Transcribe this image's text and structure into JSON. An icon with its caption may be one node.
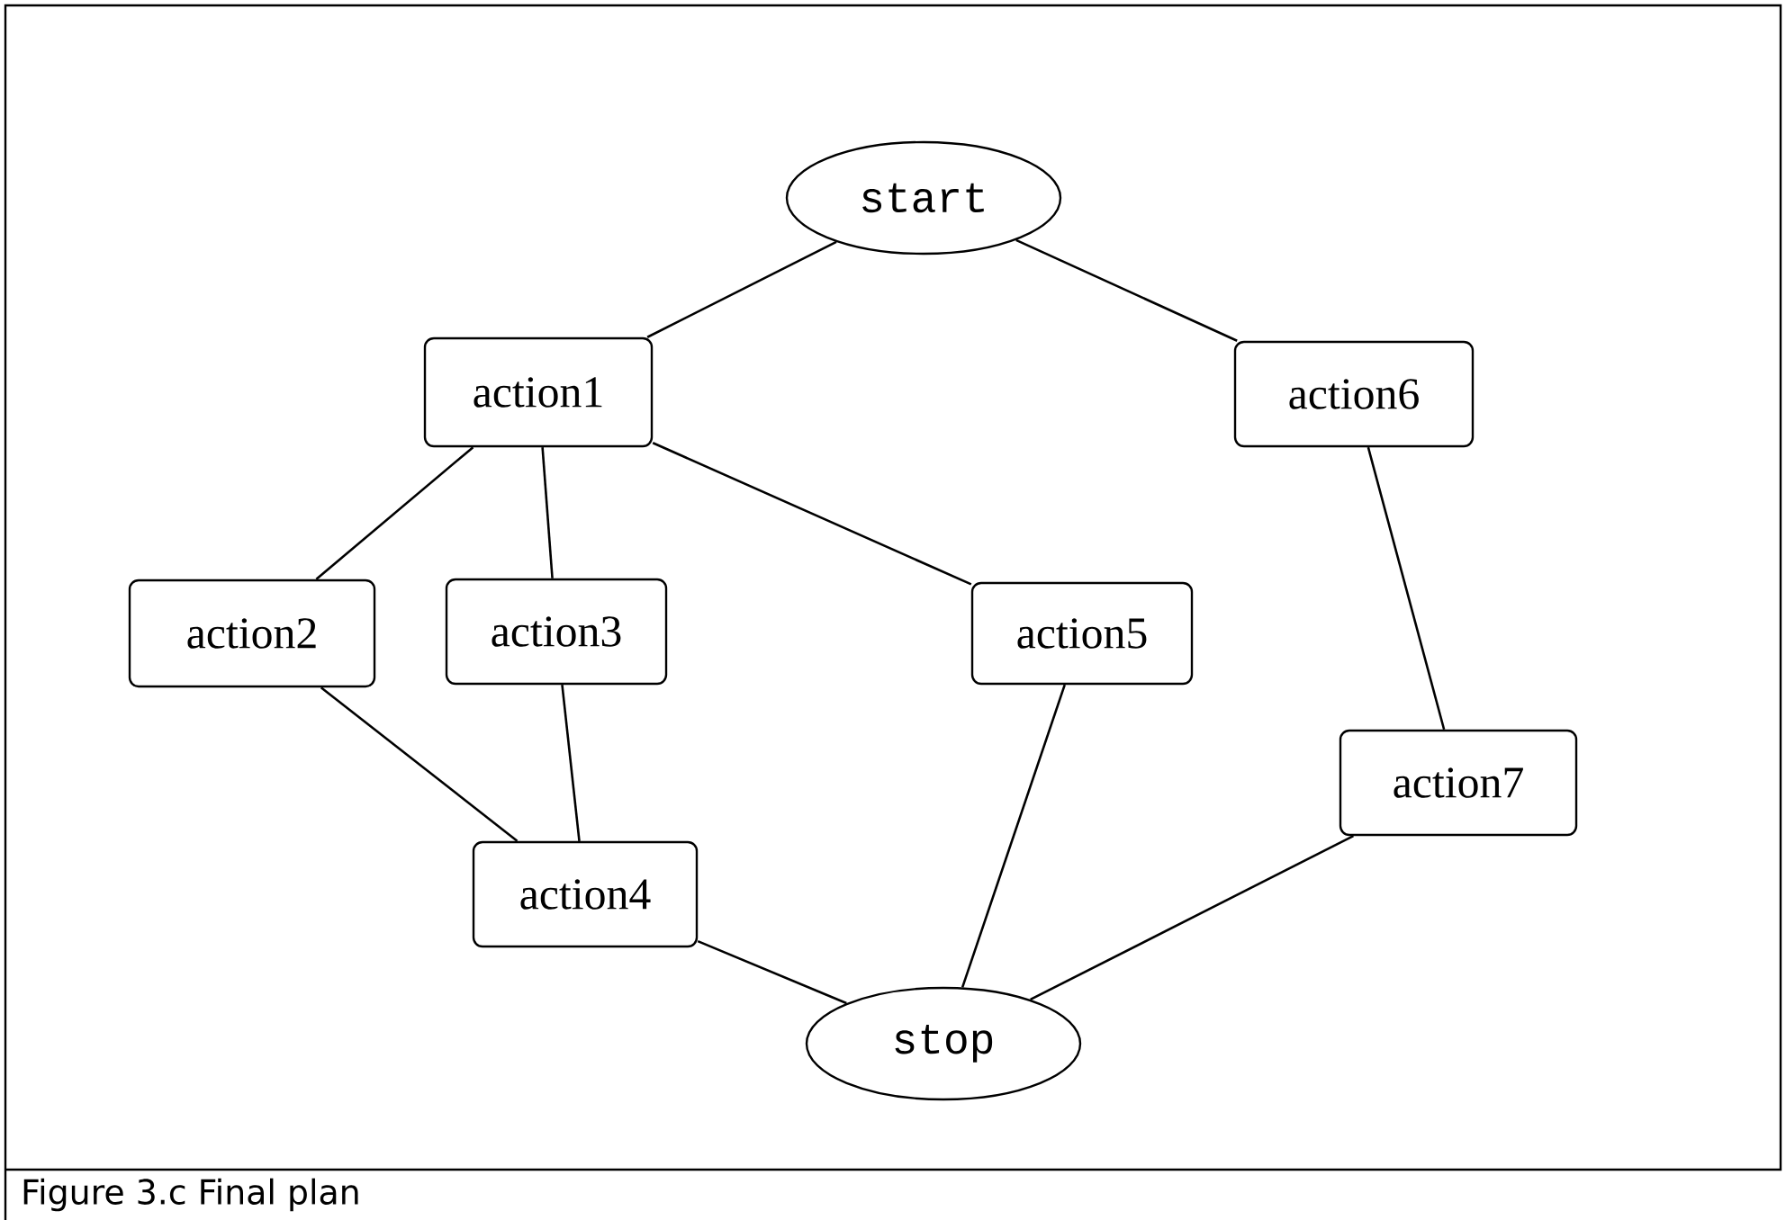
{
  "diagram": {
    "caption": "Figure 3.c   Final plan",
    "nodes": [
      {
        "text": [
          "start"
        ]
      },
      {
        "text": [
          "action1"
        ]
      },
      {
        "text": [
          "action6"
        ]
      },
      {
        "text": [
          "action2"
        ]
      },
      {
        "text": [
          "action3"
        ]
      },
      {
        "text": [
          "action5"
        ]
      },
      {
        "text": [
          "action7"
        ]
      },
      {
        "text": [
          "action4"
        ]
      },
      {
        "text": [
          "stop"
        ]
      }
    ],
    "edges": [
      {
        "from": 0,
        "to": 1,
        "arrow": "none"
      },
      {
        "from": 0,
        "to": 2,
        "arrow": "none"
      },
      {
        "from": 1,
        "to": 3,
        "arrow": "none"
      },
      {
        "from": 1,
        "to": 4,
        "arrow": "none"
      },
      {
        "from": 1,
        "to": 5,
        "arrow": "none"
      },
      {
        "from": 2,
        "to": 6,
        "arrow": "none"
      },
      {
        "from": 3,
        "to": 7,
        "arrow": "none"
      },
      {
        "from": 4,
        "to": 7,
        "arrow": "none"
      },
      {
        "from": 7,
        "to": 8,
        "arrow": "none"
      },
      {
        "from": 5,
        "to": 8,
        "arrow": "none"
      },
      {
        "from": 6,
        "to": 8,
        "arrow": "none"
      }
    ]
  }
}
